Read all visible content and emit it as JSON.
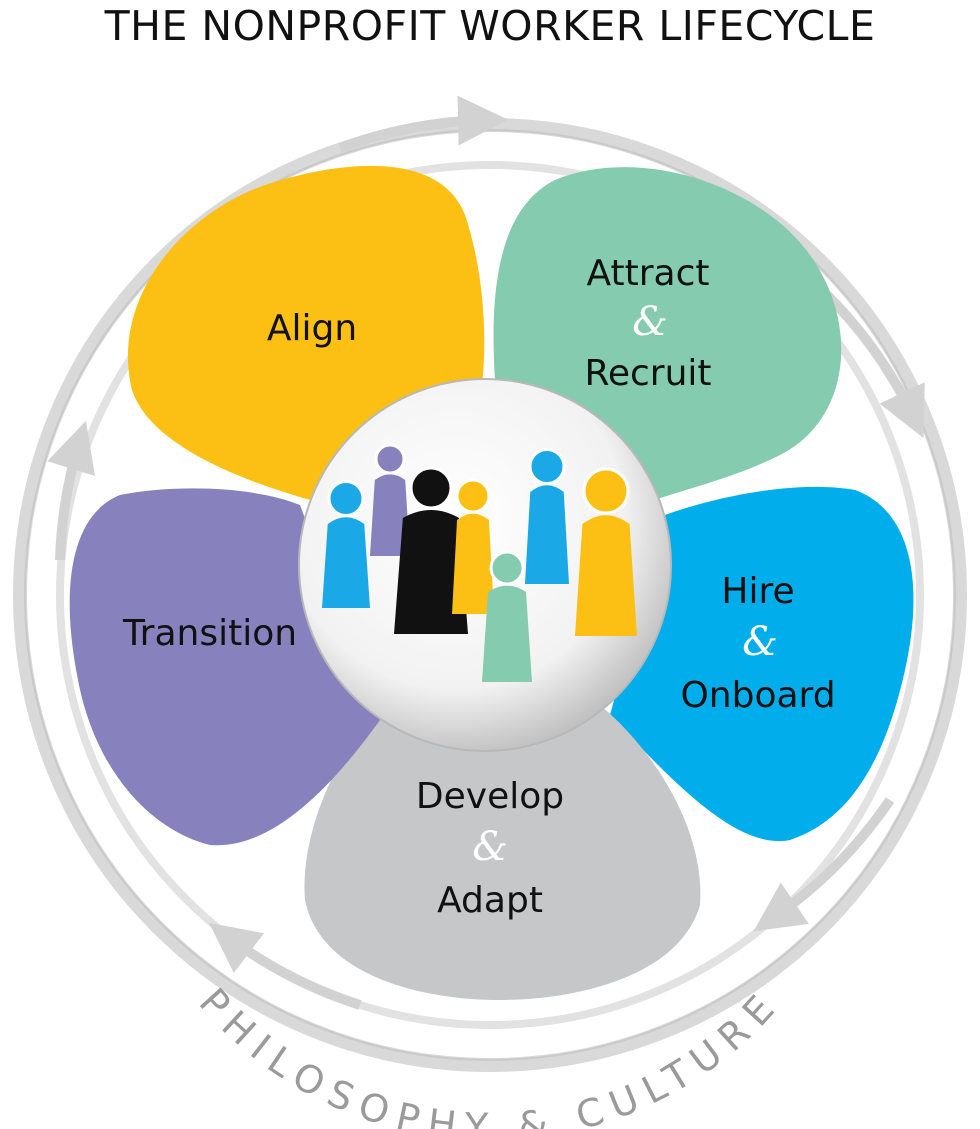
{
  "title": "THE NONPROFIT WORKER LIFECYCLE",
  "ring_caption": "PHILOSOPHY & CULTURE",
  "stages": [
    {
      "id": "align",
      "lines": [
        "Align"
      ],
      "color": "#fcc014"
    },
    {
      "id": "attract",
      "lines": [
        "Attract",
        "&",
        "Recruit"
      ],
      "color": "#84cbaf"
    },
    {
      "id": "hire",
      "lines": [
        "Hire",
        "&",
        "Onboard"
      ],
      "color": "#02adec"
    },
    {
      "id": "develop",
      "lines": [
        "Develop",
        "&",
        "Adapt"
      ],
      "color": "#c6c7c9"
    },
    {
      "id": "transition",
      "lines": [
        "Transition"
      ],
      "color": "#8782be"
    }
  ],
  "people_colors": [
    "#1aa9e6",
    "#8782be",
    "#111111",
    "#fcc014",
    "#84cbaf",
    "#1aa9e6",
    "#fcc014"
  ]
}
